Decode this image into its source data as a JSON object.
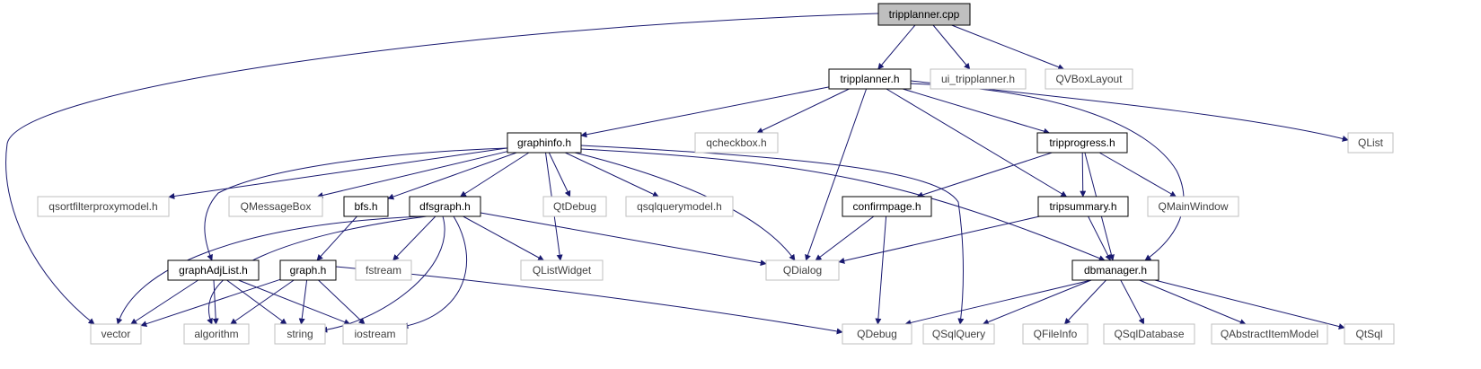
{
  "diagram": {
    "nodes": [
      {
        "id": "tripplanner_cpp",
        "label": "tripplanner.cpp",
        "kind": "root"
      },
      {
        "id": "tripplanner_h",
        "label": "tripplanner.h",
        "kind": "header"
      },
      {
        "id": "ui_tripplanner_h",
        "label": "ui_tripplanner.h",
        "kind": "external"
      },
      {
        "id": "QVBoxLayout",
        "label": "QVBoxLayout",
        "kind": "external"
      },
      {
        "id": "graphinfo_h",
        "label": "graphinfo.h",
        "kind": "header"
      },
      {
        "id": "qcheckbox_h",
        "label": "qcheckbox.h",
        "kind": "external"
      },
      {
        "id": "tripprogress_h",
        "label": "tripprogress.h",
        "kind": "header"
      },
      {
        "id": "QList",
        "label": "QList",
        "kind": "external"
      },
      {
        "id": "qsortfilterproxymodel_h",
        "label": "qsortfilterproxymodel.h",
        "kind": "external"
      },
      {
        "id": "QMessageBox",
        "label": "QMessageBox",
        "kind": "external"
      },
      {
        "id": "bfs_h",
        "label": "bfs.h",
        "kind": "header"
      },
      {
        "id": "dfsgraph_h",
        "label": "dfsgraph.h",
        "kind": "header"
      },
      {
        "id": "QtDebug",
        "label": "QtDebug",
        "kind": "external"
      },
      {
        "id": "qsqlquerymodel_h",
        "label": "qsqlquerymodel.h",
        "kind": "external"
      },
      {
        "id": "confirmpage_h",
        "label": "confirmpage.h",
        "kind": "header"
      },
      {
        "id": "tripsummary_h",
        "label": "tripsummary.h",
        "kind": "header"
      },
      {
        "id": "QMainWindow",
        "label": "QMainWindow",
        "kind": "external"
      },
      {
        "id": "graphAdjList_h",
        "label": "graphAdjList.h",
        "kind": "header"
      },
      {
        "id": "graph_h",
        "label": "graph.h",
        "kind": "header"
      },
      {
        "id": "fstream",
        "label": "fstream",
        "kind": "external"
      },
      {
        "id": "QListWidget",
        "label": "QListWidget",
        "kind": "external"
      },
      {
        "id": "QDialog",
        "label": "QDialog",
        "kind": "external"
      },
      {
        "id": "dbmanager_h",
        "label": "dbmanager.h",
        "kind": "header"
      },
      {
        "id": "vector",
        "label": "vector",
        "kind": "external"
      },
      {
        "id": "algorithm",
        "label": "algorithm",
        "kind": "external"
      },
      {
        "id": "string",
        "label": "string",
        "kind": "external"
      },
      {
        "id": "iostream",
        "label": "iostream",
        "kind": "external"
      },
      {
        "id": "QDebug",
        "label": "QDebug",
        "kind": "external"
      },
      {
        "id": "QSqlQuery",
        "label": "QSqlQuery",
        "kind": "external"
      },
      {
        "id": "QFileInfo",
        "label": "QFileInfo",
        "kind": "external"
      },
      {
        "id": "QSqlDatabase",
        "label": "QSqlDatabase",
        "kind": "external"
      },
      {
        "id": "QAbstractItemModel",
        "label": "QAbstractItemModel",
        "kind": "external"
      },
      {
        "id": "QtSql",
        "label": "QtSql",
        "kind": "external"
      }
    ],
    "edges": [
      [
        "tripplanner_cpp",
        "tripplanner_h"
      ],
      [
        "tripplanner_cpp",
        "ui_tripplanner_h"
      ],
      [
        "tripplanner_cpp",
        "QVBoxLayout"
      ],
      [
        "tripplanner_cpp",
        "vector"
      ],
      [
        "tripplanner_h",
        "graphinfo_h"
      ],
      [
        "tripplanner_h",
        "qcheckbox_h"
      ],
      [
        "tripplanner_h",
        "QDialog"
      ],
      [
        "tripplanner_h",
        "tripprogress_h"
      ],
      [
        "tripplanner_h",
        "tripsummary_h"
      ],
      [
        "tripplanner_h",
        "dbmanager_h"
      ],
      [
        "tripplanner_h",
        "QList"
      ],
      [
        "graphinfo_h",
        "qsortfilterproxymodel_h"
      ],
      [
        "graphinfo_h",
        "QMessageBox"
      ],
      [
        "graphinfo_h",
        "bfs_h"
      ],
      [
        "graphinfo_h",
        "dfsgraph_h"
      ],
      [
        "graphinfo_h",
        "QtDebug"
      ],
      [
        "graphinfo_h",
        "qsqlquerymodel_h"
      ],
      [
        "graphinfo_h",
        "QListWidget"
      ],
      [
        "graphinfo_h",
        "QDialog"
      ],
      [
        "graphinfo_h",
        "graphAdjList_h"
      ],
      [
        "graphinfo_h",
        "QSqlQuery"
      ],
      [
        "graphinfo_h",
        "dbmanager_h"
      ],
      [
        "tripprogress_h",
        "confirmpage_h"
      ],
      [
        "tripprogress_h",
        "tripsummary_h"
      ],
      [
        "tripprogress_h",
        "QMainWindow"
      ],
      [
        "tripprogress_h",
        "dbmanager_h"
      ],
      [
        "bfs_h",
        "graph_h"
      ],
      [
        "dfsgraph_h",
        "fstream"
      ],
      [
        "dfsgraph_h",
        "QListWidget"
      ],
      [
        "dfsgraph_h",
        "QDialog"
      ],
      [
        "dfsgraph_h",
        "vector"
      ],
      [
        "dfsgraph_h",
        "algorithm"
      ],
      [
        "dfsgraph_h",
        "string"
      ],
      [
        "dfsgraph_h",
        "iostream"
      ],
      [
        "confirmpage_h",
        "QDialog"
      ],
      [
        "confirmpage_h",
        "QDebug"
      ],
      [
        "tripsummary_h",
        "QDialog"
      ],
      [
        "tripsummary_h",
        "dbmanager_h"
      ],
      [
        "graphAdjList_h",
        "vector"
      ],
      [
        "graphAdjList_h",
        "algorithm"
      ],
      [
        "graphAdjList_h",
        "string"
      ],
      [
        "graphAdjList_h",
        "iostream"
      ],
      [
        "graph_h",
        "vector"
      ],
      [
        "graph_h",
        "algorithm"
      ],
      [
        "graph_h",
        "string"
      ],
      [
        "graph_h",
        "iostream"
      ],
      [
        "graph_h",
        "QDebug"
      ],
      [
        "dbmanager_h",
        "QDebug"
      ],
      [
        "dbmanager_h",
        "QSqlQuery"
      ],
      [
        "dbmanager_h",
        "QFileInfo"
      ],
      [
        "dbmanager_h",
        "QSqlDatabase"
      ],
      [
        "dbmanager_h",
        "QAbstractItemModel"
      ],
      [
        "dbmanager_h",
        "QtSql"
      ]
    ]
  },
  "colors": {
    "edge": "#191970",
    "root_fill": "#bfbfbf",
    "header_border": "#000000",
    "external_border": "#bfbfbf",
    "external_text": "#404040",
    "text": "#000000"
  }
}
